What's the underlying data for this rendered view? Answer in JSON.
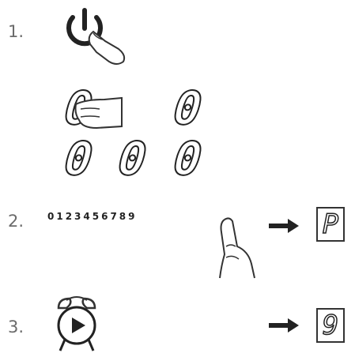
{
  "steps": [
    {
      "number": "1."
    },
    {
      "number": "2."
    },
    {
      "number": "3."
    }
  ],
  "display": {
    "top_row": [
      "0",
      "0"
    ],
    "bottom_row": [
      "0",
      "0",
      "0"
    ]
  },
  "digit_sequence": "0123456789",
  "results": {
    "step2": "P",
    "step3": "9"
  },
  "icons": {
    "power": "power-icon",
    "finger": "pointing-finger-icon",
    "alarm": "alarm-clock-icon",
    "arrow": "right-arrow-icon"
  }
}
